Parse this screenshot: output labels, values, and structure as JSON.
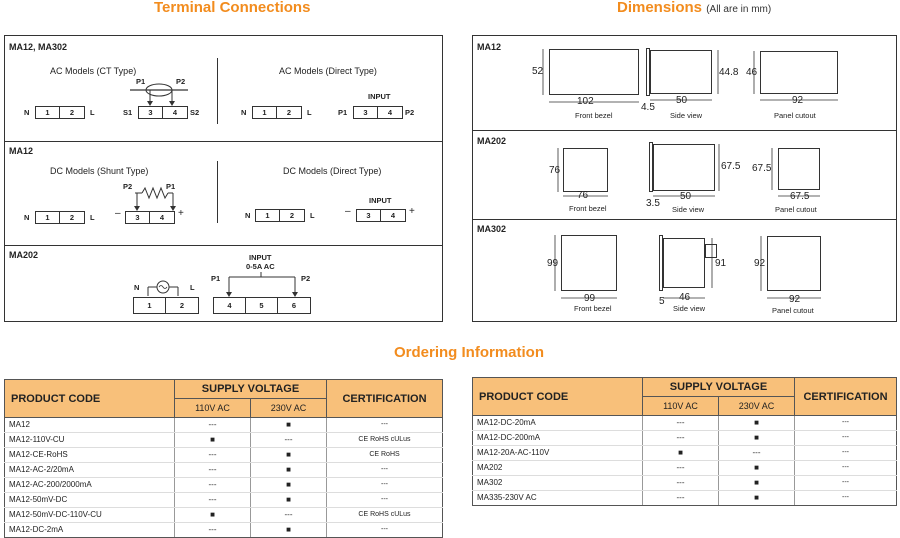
{
  "titles": {
    "terminal": "Terminal Connections",
    "dimensions": "Dimensions",
    "dimensions_note": "(All are in mm)",
    "ordering": "Ordering Information"
  },
  "terminal": {
    "ma12_ma302": {
      "heading": "MA12, MA302",
      "ct_title": "AC Models (CT Type)",
      "direct_title": "AC Models (Direct Type)",
      "n": "N",
      "l": "L",
      "s1": "S1",
      "s2": "S2",
      "p1": "P1",
      "p2": "P2",
      "input": "INPUT",
      "t1": "1",
      "t2": "2",
      "t3": "3",
      "t4": "4"
    },
    "ma12": {
      "heading": "MA12",
      "shunt_title": "DC Models (Shunt Type)",
      "direct_title": "DC Models (Direct Type)",
      "n": "N",
      "l": "L",
      "minus": "–",
      "plus": "+",
      "p1": "P1",
      "p2": "P2",
      "input": "INPUT",
      "t1": "1",
      "t2": "2",
      "t3": "3",
      "t4": "4"
    },
    "ma202": {
      "heading": "MA202",
      "input": "INPUT",
      "input_range": "0-5A AC",
      "n": "N",
      "l": "L",
      "p1": "P1",
      "p2": "P2",
      "t1": "1",
      "t2": "2",
      "t4": "4",
      "t5": "5",
      "t6": "6"
    }
  },
  "dimensions": {
    "ma12": {
      "heading": "MA12",
      "front_h": "52",
      "front_w": "102",
      "side_h": "44.8",
      "side_d": "50",
      "side_t": "4.5",
      "cut_h": "46",
      "cut_w": "92",
      "front_label": "Front bezel",
      "side_label": "Side view",
      "cut_label": "Panel cutout"
    },
    "ma202": {
      "heading": "MA202",
      "front_h": "76",
      "front_w": "76",
      "side_h": "67.5",
      "side_d": "50",
      "side_t": "3.5",
      "cut_h": "67.5",
      "cut_w": "67.5",
      "front_label": "Front bezel",
      "side_label": "Side view",
      "cut_label": "Panel cutout"
    },
    "ma302": {
      "heading": "MA302",
      "front_h": "99",
      "front_w": "99",
      "side_h": "91",
      "side_d": "46",
      "side_t": "5",
      "cut_h": "92",
      "cut_w": "92",
      "front_label": "Front bezel",
      "side_label": "Side view",
      "cut_label": "Panel cutout"
    }
  },
  "ordering": {
    "headers": {
      "product_code": "PRODUCT CODE",
      "supply_voltage": "SUPPLY VOLTAGE",
      "v110": "110V AC",
      "v230": "230V AC",
      "certification": "CERTIFICATION"
    },
    "left_rows": [
      {
        "code": "MA12",
        "v110": "---",
        "v230": "■",
        "cert": "---"
      },
      {
        "code": "MA12-110V-CU",
        "v110": "■",
        "v230": "---",
        "cert": "CE RoHS cULus"
      },
      {
        "code": "MA12-CE-RoHS",
        "v110": "---",
        "v230": "■",
        "cert": "CE RoHS"
      },
      {
        "code": "MA12-AC-2/20mA",
        "v110": "---",
        "v230": "■",
        "cert": "---"
      },
      {
        "code": "MA12-AC-200/2000mA",
        "v110": "---",
        "v230": "■",
        "cert": "---"
      },
      {
        "code": "MA12-50mV-DC",
        "v110": "---",
        "v230": "■",
        "cert": "---"
      },
      {
        "code": "MA12-50mV-DC-110V-CU",
        "v110": "■",
        "v230": "---",
        "cert": "CE RoHS cULus"
      },
      {
        "code": "MA12-DC-2mA",
        "v110": "---",
        "v230": "■",
        "cert": "---"
      }
    ],
    "right_rows": [
      {
        "code": "MA12-DC-20mA",
        "v110": "---",
        "v230": "■",
        "cert": "---"
      },
      {
        "code": "MA12-DC-200mA",
        "v110": "---",
        "v230": "■",
        "cert": "---"
      },
      {
        "code": "MA12-20A-AC-110V",
        "v110": "■",
        "v230": "---",
        "cert": "---"
      },
      {
        "code": "MA202",
        "v110": "---",
        "v230": "■",
        "cert": "---"
      },
      {
        "code": "MA302",
        "v110": "---",
        "v230": "■",
        "cert": "---"
      },
      {
        "code": "MA335-230V AC",
        "v110": "---",
        "v230": "■",
        "cert": "---"
      }
    ]
  }
}
